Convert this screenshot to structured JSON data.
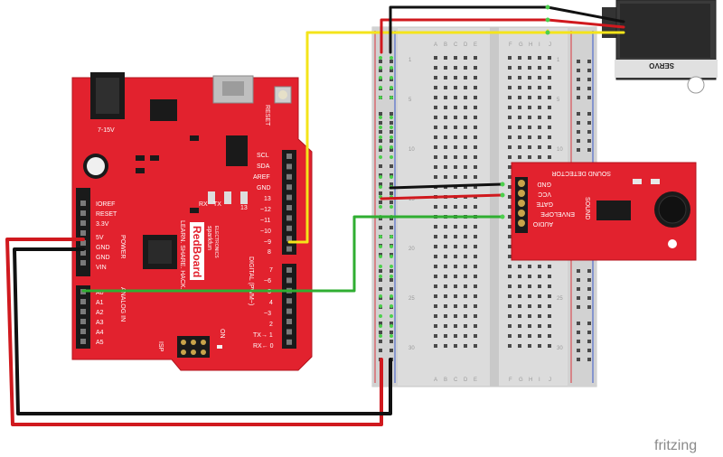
{
  "redboard": {
    "power_jack_label": "7-15V",
    "reset_label": "RESET",
    "header_left_labels": [
      "IOREF",
      "RESET",
      "3.3V",
      "5V",
      "GND",
      "GND",
      "VIN"
    ],
    "power_label": "POWER",
    "analog_labels": [
      "A0",
      "A1",
      "A2",
      "A3",
      "A4",
      "A5"
    ],
    "analog_in_label": "ANALOG IN",
    "header_right_labels": [
      "SCL",
      "SDA",
      "AREF",
      "GND",
      "13",
      "~12",
      "~11",
      "~10",
      "~9",
      "8"
    ],
    "header_right_lower_labels": [
      "7",
      "~6",
      "~5",
      "4",
      "~3",
      "2",
      "TX→ 1",
      "RX← 0"
    ],
    "digital_label": "DIGITAL (PWM~)",
    "brand": "sparkfun",
    "brand_sub": "ELECTRONICS",
    "logo": "RedBoard",
    "slogan": "LEARN. SHARE. HACK.",
    "tx_label": "TX",
    "rx_label": "RX",
    "pin13_label": "13",
    "isp_label": "ISP",
    "on_label": "ON"
  },
  "breadboard": {
    "col_left": [
      "A",
      "B",
      "C",
      "D",
      "E"
    ],
    "col_right": [
      "F",
      "G",
      "H",
      "I",
      "J"
    ],
    "row_numbers": [
      "1",
      "5",
      "10",
      "15",
      "20",
      "25",
      "30"
    ]
  },
  "sound_detector": {
    "title": "SOUND DETECTOR",
    "pins": [
      "GND",
      "VCC",
      "GATE",
      "ENVELOPE",
      "AUDIO"
    ],
    "side_label": "SOUND"
  },
  "servo": {
    "label": "SERVO"
  },
  "watermark": "fritzing",
  "colors": {
    "board_red": "#e2222e",
    "wire_red": "#d0191e",
    "wire_black": "#111111",
    "wire_yellow": "#f4e41a",
    "wire_green": "#2fae31"
  }
}
